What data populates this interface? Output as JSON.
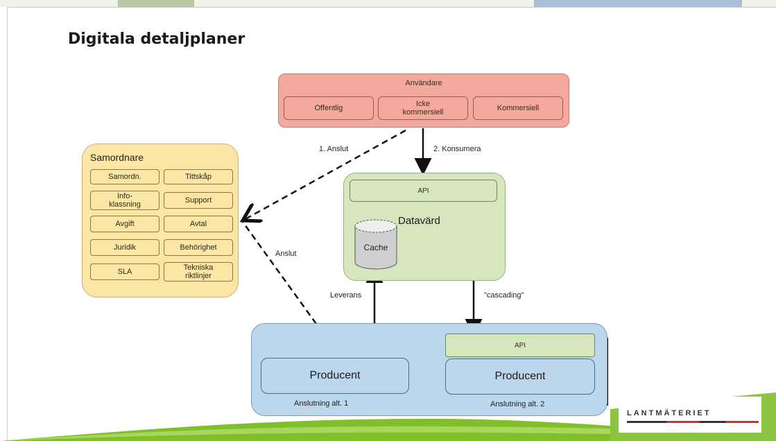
{
  "title": "Digitala detaljplaner",
  "users": {
    "title": "Användare",
    "items": [
      "Offentlig",
      "Icke\nkommersiell",
      "Kommersiell"
    ]
  },
  "coordinator": {
    "title": "Samordnare",
    "items": [
      "Samordn.",
      "Tittskåp",
      "Info-\nklassning",
      "Support",
      "Avgift",
      "Avtal",
      "Juridik",
      "Behörighet",
      "SLA",
      "Tekniska\nriktlinjer"
    ]
  },
  "host": {
    "label": "Datavärd",
    "api": "API",
    "cache": "Cache"
  },
  "producers": {
    "p1": "Producent",
    "p2": "Producent",
    "api": "API",
    "alt1": "Anslutning alt. 1",
    "alt2": "Anslutning alt. 2"
  },
  "edges": {
    "connect1": "1. Anslut",
    "consume": "2. Konsumera",
    "connect": "Anslut",
    "delivery": "Leverans",
    "cascading": "\"cascading\""
  },
  "logo": "LANTMÄTERIET",
  "colors": {
    "users": "#f4a99e",
    "coordinator": "#fbe6a6",
    "host": "#d6e6bf",
    "producers": "#bcd6ec",
    "logo_green": "#7fbf2a"
  }
}
